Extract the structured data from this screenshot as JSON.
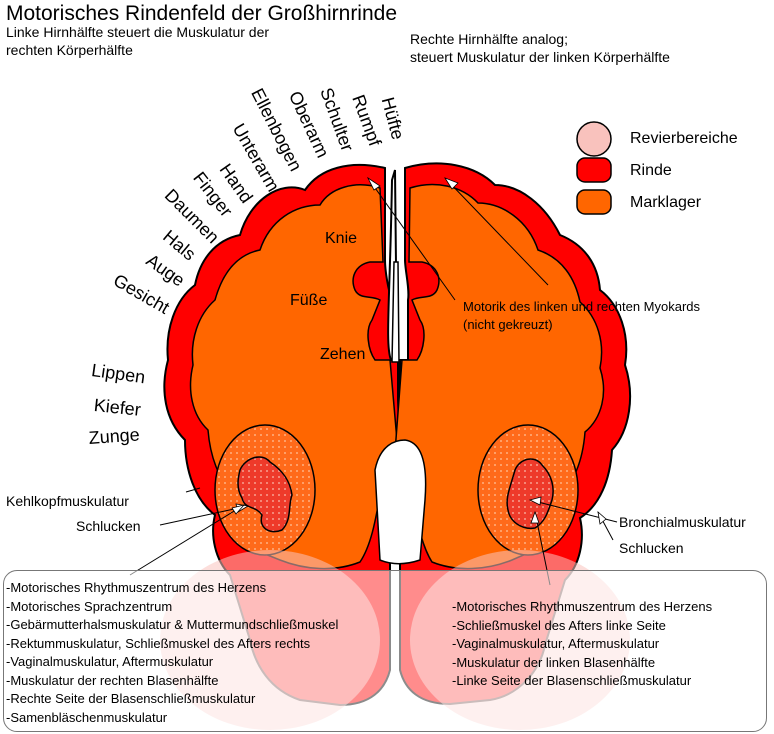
{
  "title": "Motorisches Rindenfeld der Großhirnrinde",
  "left_note": [
    "Linke Hirnhälfte steuert die Muskulatur der",
    "rechten Körperhälfte"
  ],
  "right_note": [
    "Rechte Hirnhälfte analog;",
    "steuert Muskulatur der linken Körperhälfte"
  ],
  "body_parts": {
    "huefte": "Hüfte",
    "rumpf": "Rumpf",
    "schulter": "Schulter",
    "oberarm": "Oberarm",
    "ellenbogen": "Ellenbogen",
    "unterarm": "Unterarm",
    "hand": "Hand",
    "finger": "Finger",
    "daumen": "Daumen",
    "hals": "Hals",
    "auge": "Auge",
    "gesicht": "Gesicht",
    "lippen": "Lippen",
    "kiefer": "Kiefer",
    "zunge": "Zunge",
    "knie": "Knie",
    "fuesse": "Füße",
    "zehen": "Zehen"
  },
  "legend": [
    {
      "label": "Revierbereiche",
      "color": "#f7b8b4"
    },
    {
      "label": "Rinde",
      "color": "#ff0000"
    },
    {
      "label": "Marklager",
      "color": "#ff6600"
    }
  ],
  "annotations": {
    "myokard": [
      "Motorik des linken und rechten Myokards",
      "(nicht gekreuzt)"
    ],
    "kehlkopf": "Kehlkopfmuskulatur",
    "schlucken_left": "Schlucken",
    "bronchial": "Bronchialmuskulatur",
    "schlucken_right": "Schlucken"
  },
  "left_list": [
    "-Motorisches Rhythmuszentrum des Herzens",
    "-Motorisches Sprachzentrum",
    "-Gebärmutterhalsmuskulatur & Muttermundschließmuskel",
    "-Rektummuskulatur, Schließmuskel des Afters rechts",
    "-Vaginalmuskulatur, Aftermuskulatur",
    "-Muskulatur der rechten Blasenhälfte",
    "-Rechte Seite der Blasenschließmuskulatur",
    "-Samenbläschenmuskulatur"
  ],
  "right_list": [
    "-Motorisches Rhythmuszentrum des Herzens",
    "-Schließmuskel des Afters linke Seite",
    "-Vaginalmuskulatur, Aftermuskulatur",
    "-Muskulatur der linken Blasenhälfte",
    "-Linke Seite der Blasenschließmuskulatur"
  ]
}
